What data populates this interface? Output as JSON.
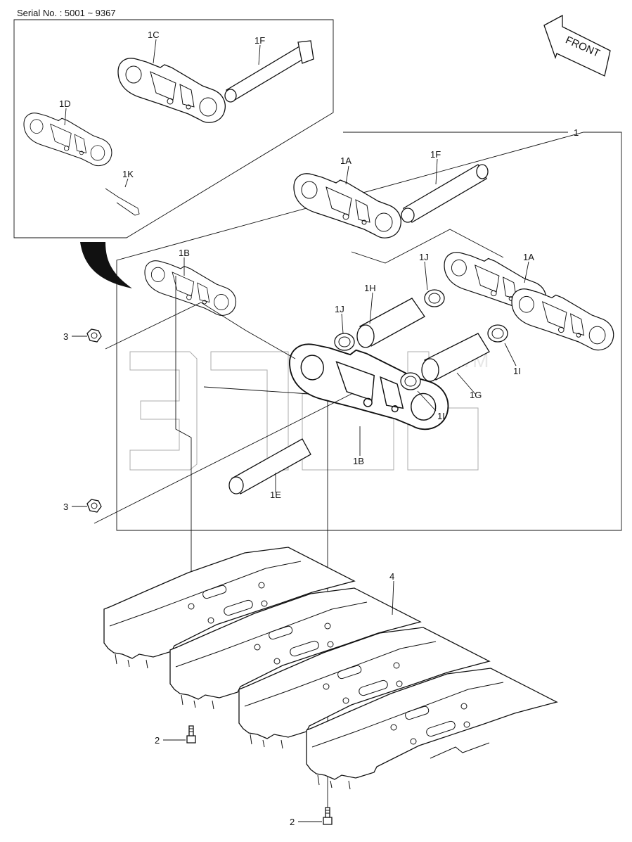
{
  "serial": "Serial No. : 5001 ~ 9367",
  "front_label": "FRONT",
  "watermark_tm": "TM",
  "labels": {
    "l1": "1",
    "l1A_top": "1A",
    "l1F_top": "1F",
    "l1C": "1C",
    "l1F_inset": "1F",
    "l1D": "1D",
    "l1K": "1K",
    "l1B_top": "1B",
    "l1J_a": "1J",
    "l1H": "1H",
    "l1J_b": "1J",
    "l1A_right": "1A",
    "l1I_a": "1I",
    "l1I_b": "1I",
    "l1G": "1G",
    "l1B_bot": "1B",
    "l1E": "1E",
    "l3_a": "3",
    "l3_b": "3",
    "l4": "4",
    "l2_a": "2",
    "l2_b": "2"
  }
}
